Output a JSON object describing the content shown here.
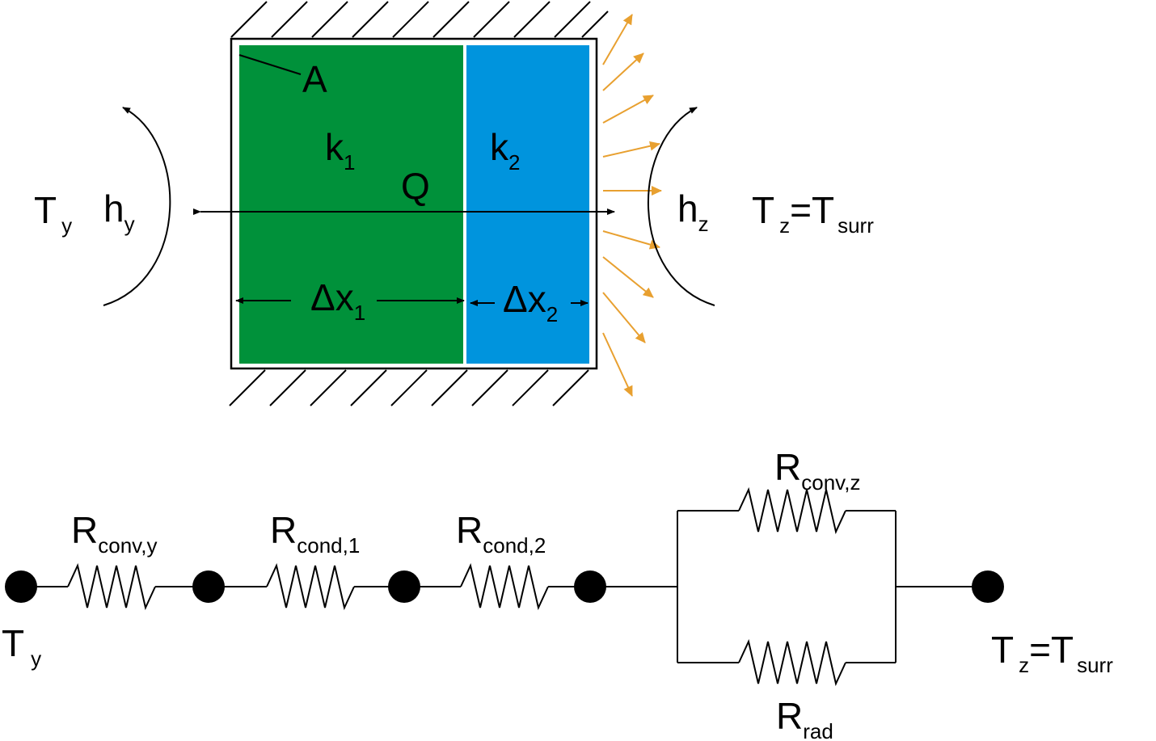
{
  "colors": {
    "layer1": "#00913a",
    "layer2": "#0094dd",
    "radiation": "#e8a030",
    "ink": "#000000",
    "background": "#ffffff"
  },
  "wall": {
    "area": "A",
    "k1": {
      "base": "k",
      "sub": "1"
    },
    "k2": {
      "base": "k",
      "sub": "2"
    },
    "heat_flow": "Q",
    "dx1": {
      "base": "Δx",
      "sub": "1"
    },
    "dx2": {
      "base": "Δx",
      "sub": "2"
    }
  },
  "left_side": {
    "temperature": {
      "base": "T",
      "sub": "y"
    },
    "coefficient": {
      "base": "h",
      "sub": "y"
    }
  },
  "right_side": {
    "coefficient": {
      "base": "h",
      "sub": "z"
    },
    "temperature": {
      "base": "T",
      "sub": "z",
      "equals": "=T",
      "rhs_sub": "surr"
    }
  },
  "circuit": {
    "r_conv_y": {
      "base": "R",
      "sub": "conv,y"
    },
    "r_cond_1": {
      "base": "R",
      "sub": "cond,1"
    },
    "r_cond_2": {
      "base": "R",
      "sub": "cond,2"
    },
    "r_conv_z": {
      "base": "R",
      "sub": "conv,z"
    },
    "r_rad": {
      "base": "R",
      "sub": "rad"
    },
    "node_left": {
      "base": "T",
      "sub": "y"
    },
    "node_right": {
      "base": "T",
      "sub": "z",
      "equals": "=T",
      "rhs_sub": "surr"
    }
  }
}
